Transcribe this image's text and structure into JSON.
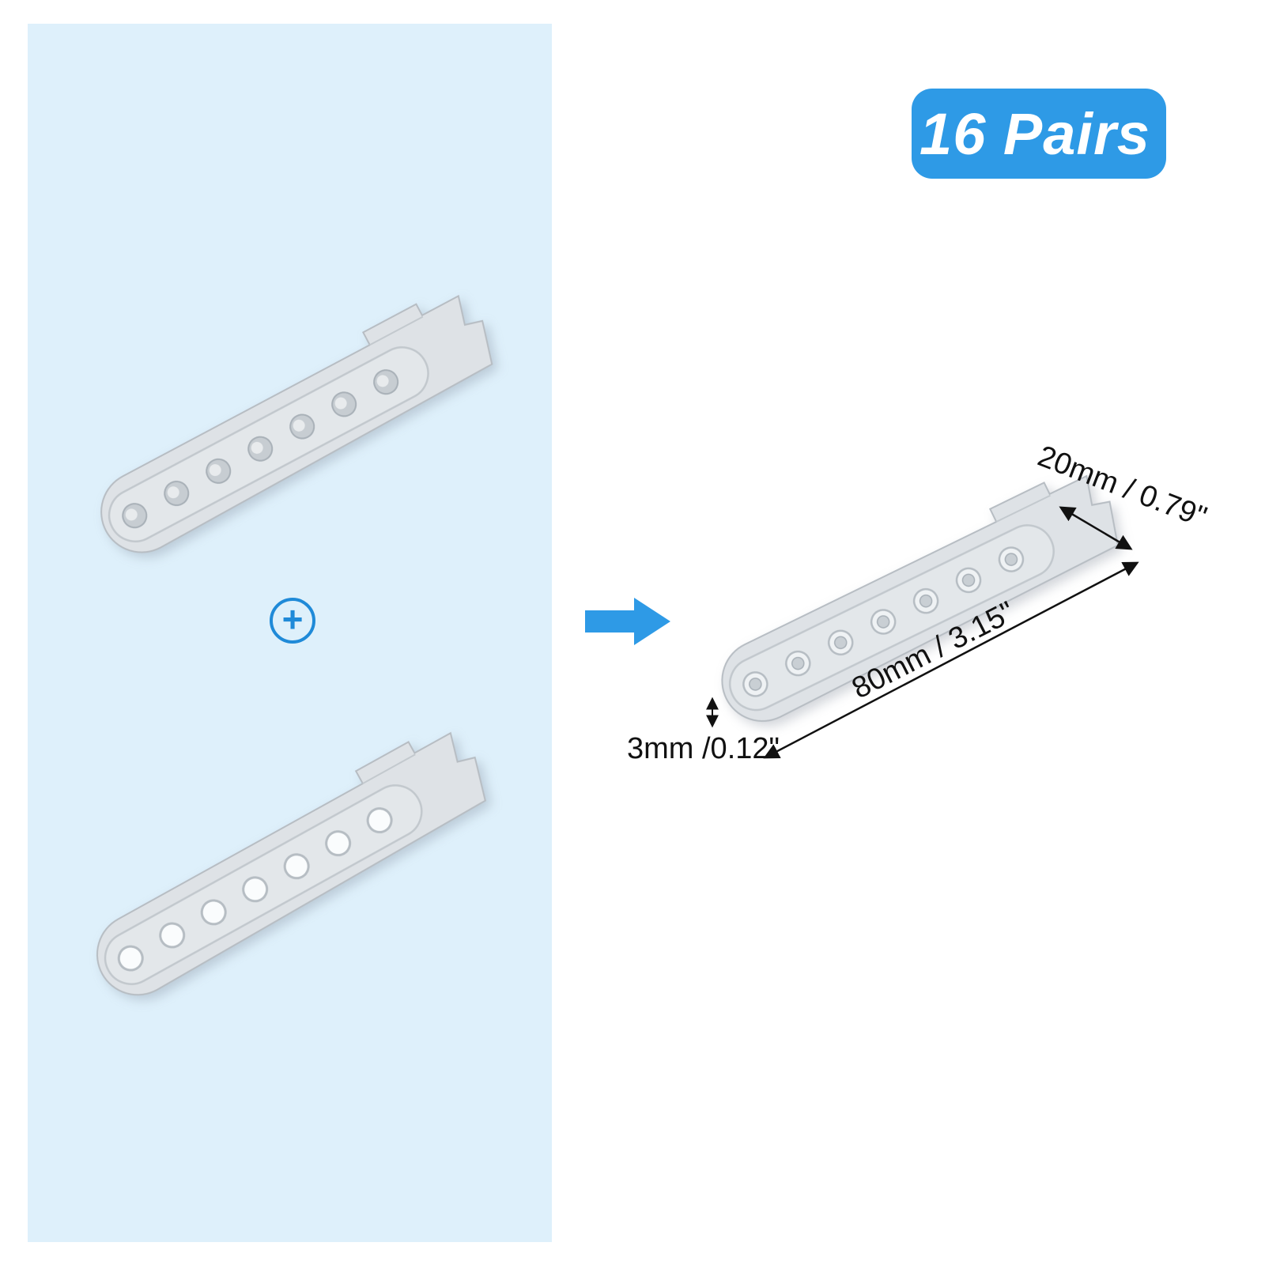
{
  "badge": {
    "label": "16 Pairs",
    "color": "#2e9ae6"
  },
  "plus": {
    "symbol": "+"
  },
  "annotations": {
    "width": "20mm / 0.79\"",
    "length": "80mm / 3.15\"",
    "thickness": "3mm /0.12\""
  },
  "colors": {
    "accent_blue": "#2e9ae6",
    "panel_blue": "#def0fb",
    "strap_gray": "#dee2e6",
    "dimension_line": "#111111"
  }
}
